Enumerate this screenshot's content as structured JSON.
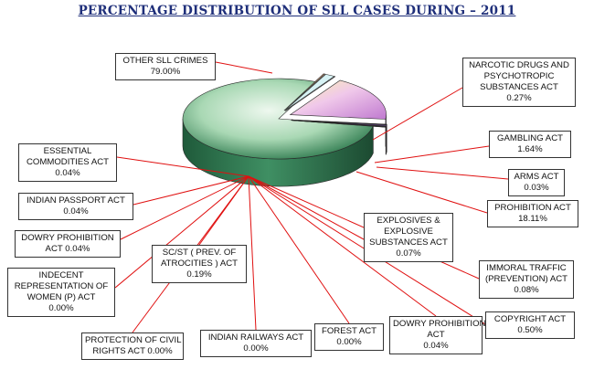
{
  "chart_data": {
    "type": "pie",
    "title": "PERCENTAGE DISTRIBUTION OF SLL CASES DURING – 2011",
    "slices": [
      {
        "key": "other",
        "lines": [
          "OTHER SLL CRIMES"
        ],
        "value_text": "79.00%",
        "value": 79.0,
        "color": "#a9d8b4"
      },
      {
        "key": "narcotic",
        "lines": [
          "NARCOTIC DRUGS AND",
          "PSYCHOTROPIC",
          "SUBSTANCES ACT"
        ],
        "value_text": "0.27%",
        "value": 0.27,
        "color": "#c99a78"
      },
      {
        "key": "gambling",
        "lines": [
          "GAMBLING ACT"
        ],
        "value_text": "1.64%",
        "value": 1.64,
        "color": "#d7f2f4"
      },
      {
        "key": "arms",
        "lines": [
          "ARMS ACT"
        ],
        "value_text": "0.03%",
        "value": 0.03,
        "color": "#7f7fd0"
      },
      {
        "key": "prohibition",
        "lines": [
          "PROHIBITION ACT"
        ],
        "value_text": "18.11%",
        "value": 18.11,
        "color": "#e7c0f0"
      },
      {
        "key": "explosives",
        "lines": [
          "EXPLOSIVES &",
          "EXPLOSIVE",
          "SUBSTANCES ACT"
        ],
        "value_text": "0.07%",
        "value": 0.07,
        "color": "#8a8a8a"
      },
      {
        "key": "immoral",
        "lines": [
          "IMMORAL TRAFFIC",
          "(PREVENTION) ACT"
        ],
        "value_text": "0.08%",
        "value": 0.08,
        "color": "#b06030"
      },
      {
        "key": "copyright",
        "lines": [
          "COPYRIGHT ACT"
        ],
        "value_text": "0.50%",
        "value": 0.5,
        "color": "#6a4a8a"
      },
      {
        "key": "dowry2",
        "lines": [
          "DOWRY PROHIBITION",
          "ACT"
        ],
        "value_text": "0.04%",
        "value": 0.04,
        "color": "#4a8a6a"
      },
      {
        "key": "forest",
        "lines": [
          "FOREST ACT"
        ],
        "value_text": "0.00%",
        "value": 0.0,
        "color": "#888888"
      },
      {
        "key": "railways",
        "lines": [
          "INDIAN RAILWAYS ACT"
        ],
        "value_text": "0.00%",
        "value": 0.0,
        "color": "#888888"
      },
      {
        "key": "pcr",
        "lines": [
          "PROTECTION OF CIVIL",
          "RIGHTS ACT"
        ],
        "value_text": "0.00%",
        "value": 0.0,
        "color": "#888888"
      },
      {
        "key": "scst",
        "lines": [
          "SC/ST ( PREV. OF",
          "ATROCITIES ) ACT"
        ],
        "value_text": "0.19%",
        "value": 0.19,
        "color": "#aa2222"
      },
      {
        "key": "indecent",
        "lines": [
          "INDECENT",
          "REPRESENTATION OF",
          "WOMEN (P) ACT"
        ],
        "value_text": "0.00%",
        "value": 0.0,
        "color": "#888888"
      },
      {
        "key": "dowry1",
        "lines": [
          "DOWRY PROHIBITION",
          "ACT"
        ],
        "value_text": "0.04%",
        "value": 0.04,
        "color": "#4a8a6a"
      },
      {
        "key": "passport",
        "lines": [
          "INDIAN PASSPORT ACT"
        ],
        "value_text": "0.04%",
        "value": 0.04,
        "color": "#5a5aa0"
      },
      {
        "key": "essential",
        "lines": [
          "ESSENTIAL",
          "COMMODITIES ACT"
        ],
        "value_text": "0.04%",
        "value": 0.04,
        "color": "#336699"
      }
    ]
  }
}
